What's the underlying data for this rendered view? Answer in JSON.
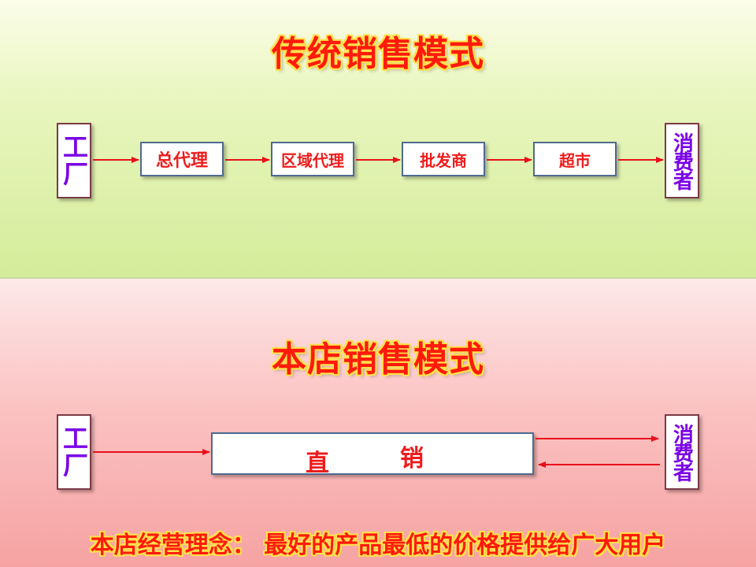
{
  "traditional": {
    "title": "传统销售模式",
    "start": "工厂",
    "steps": [
      "总代理",
      "区域代理",
      "批发商",
      "超市"
    ],
    "end": "消费者"
  },
  "store": {
    "title": "本店销售模式",
    "start": "工厂",
    "direct_chars": [
      "直",
      "销"
    ],
    "end": "消费者"
  },
  "slogan": "本店经营理念： 最好的产品最低的价格提供给广大用户",
  "colors": {
    "title_red": "#ff1a0d",
    "title_outline": "#ffe14d",
    "endpoint_purple": "#7a00e6",
    "step_red": "#ee1c1c",
    "arrow_red": "#e8101a"
  }
}
